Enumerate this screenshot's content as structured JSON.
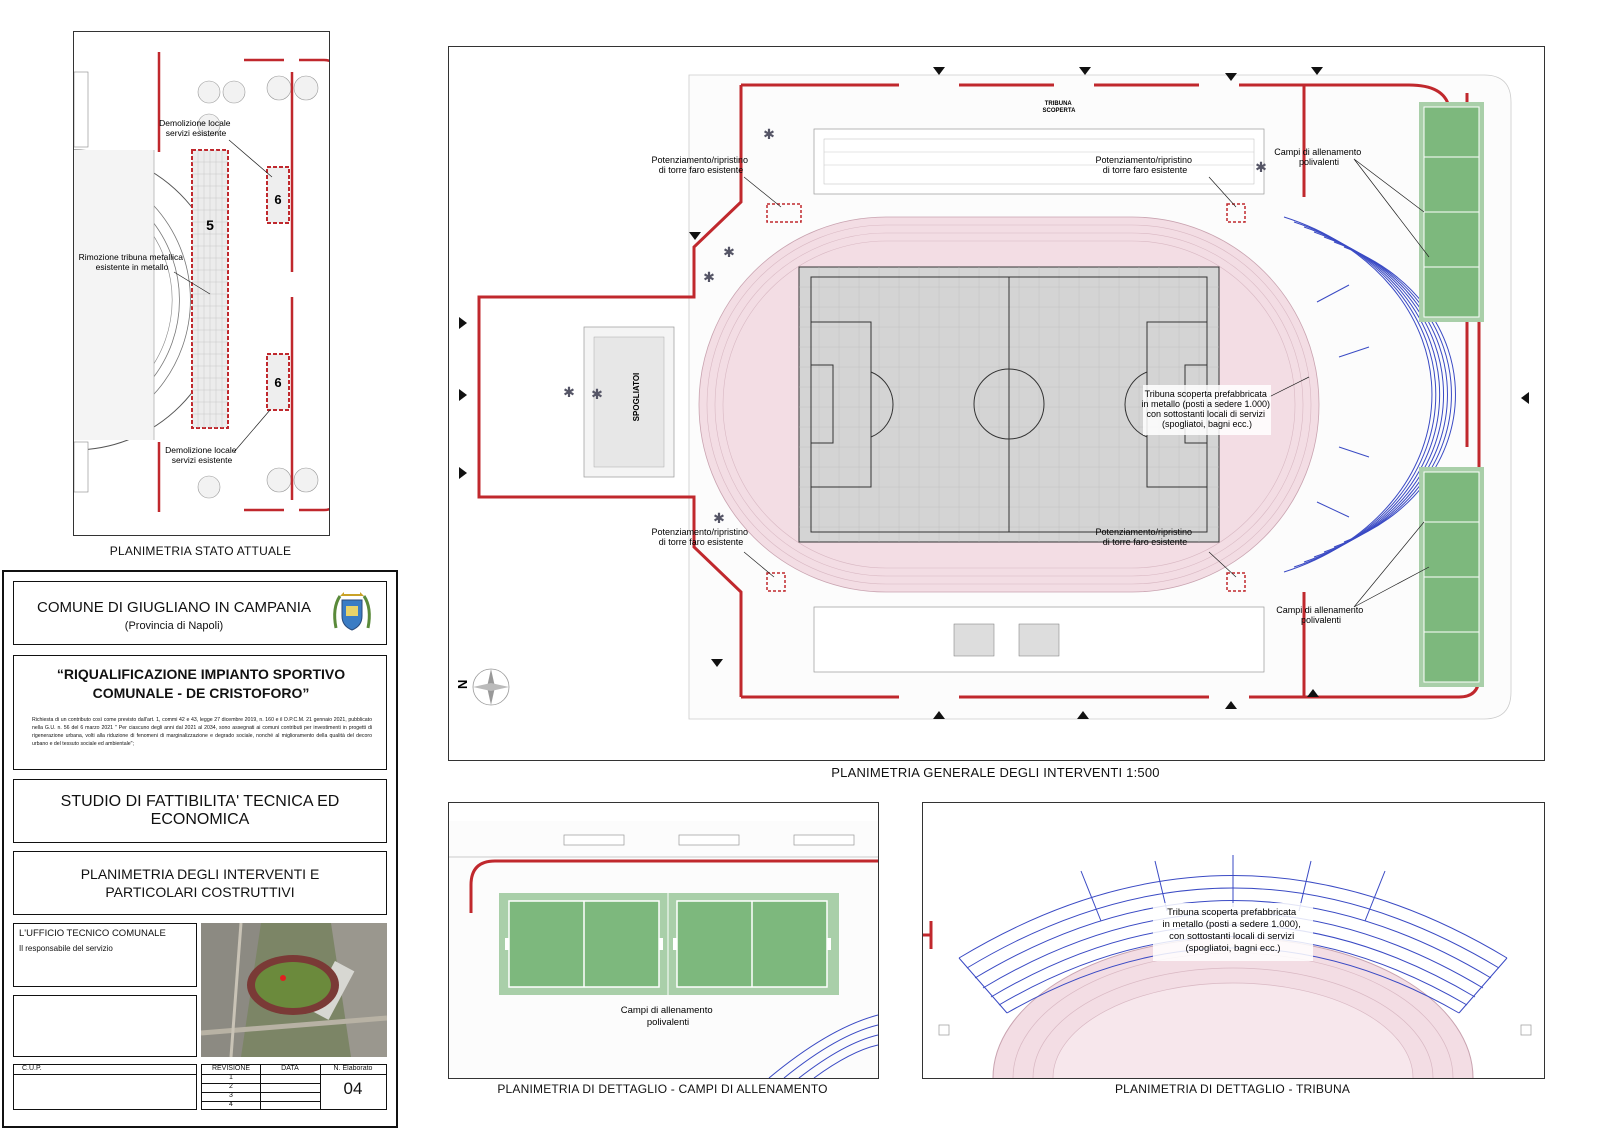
{
  "views": {
    "stato_attuale": {
      "caption": "PLANIMETRIA STATO ATTUALE",
      "labels": {
        "demolizione_top": [
          "Demolizione locale",
          "servizi esistente"
        ],
        "rimozione": [
          "Rimozione tribuna metallica",
          "esistente in metallo"
        ],
        "demolizione_bottom": [
          "Demolizione locale",
          "servizi esistente"
        ],
        "marker_5": "5",
        "marker_6a": "6",
        "marker_6b": "6"
      }
    },
    "generale": {
      "caption": "PLANIMETRIA GENERALE DEGLI INTERVENTI 1:500",
      "labels": {
        "torre_tl": [
          "Potenziamento/ripristino",
          "di torre faro esistente"
        ],
        "torre_tr": [
          "Potenziamento/ripristino",
          "di torre faro esistente"
        ],
        "torre_bl": [
          "Potenziamento/ripristino",
          "di torre faro esistente"
        ],
        "torre_br": [
          "Potenziamento/ripristino",
          "di torre faro esistente"
        ],
        "campi_top": [
          "Campi di allenamento",
          "polivalenti"
        ],
        "campi_bottom": [
          "Campi di allenamento",
          "polivalenti"
        ],
        "tribuna": [
          "Tribuna scoperta prefabbricata",
          "in metallo (posti a sedere 1.000)",
          "con sottostanti locali di servizi",
          "(spogliatoi, bagni ecc.)"
        ],
        "spogliatoi": "SPOGLIATOI",
        "tribuna_scoperta": [
          "TRIBUNA",
          "SCOPERTA"
        ],
        "north": "N"
      }
    },
    "campi": {
      "caption": "PLANIMETRIA DI DETTAGLIO - CAMPI DI ALLENAMENTO",
      "label": [
        "Campi di allenamento",
        "polivalenti"
      ]
    },
    "tribuna": {
      "caption": "PLANIMETRIA DI DETTAGLIO - TRIBUNA",
      "label": [
        "Tribuna scoperta prefabbricata",
        "in metallo (posti a sedere 1.000),",
        "con sottostanti locali di servizi",
        "(spogliatoi, bagni ecc.)"
      ]
    }
  },
  "title_block": {
    "comune": "COMUNE DI GIUGLIANO IN CAMPANIA",
    "provincia": "(Provincia di Napoli)",
    "project_title_1": "“RIQUALIFICAZIONE IMPIANTO SPORTIVO",
    "project_title_2": "COMUNALE  - DE CRISTOFORO”",
    "funding_text": "Richiesta di un contributo così come previsto dall'art. 1, commi 42 e 43, legge 27 dicembre 2019, n. 160 e il D.P.C.M. 21 gennaio 2021, pubblicato nella G.U. n. 56 del 6 marzo 2021 \" Per ciascuno degli anni dal 2021 al 2034, sono assegnati ai comuni contributi per investimenti in progetti di rigenerazione urbana, volti alla riduzione di fenomeni di marginalizzazione e degrado sociale, nonché al miglioramento della qualità del decoro urbano e del tessuto sociale ed ambientale\";",
    "phase": "STUDIO DI FATTIBILITA' TECNICA ED ECONOMICA",
    "sheet_title_1": "PLANIMETRIA DEGLI INTERVENTI E",
    "sheet_title_2": "PARTICOLARI COSTRUTTIVI",
    "ufficio": "L'UFFICIO TECNICO COMUNALE",
    "responsabile": "Il responsabile del servizio",
    "cup_label": "C.U.P.",
    "revisione_label": "REVISIONE",
    "data_label": "DATA",
    "elaborato_label": "N. Elaborato",
    "revisions": [
      "1",
      "2",
      "3",
      "4"
    ],
    "elaborato_number": "04"
  },
  "colors": {
    "red": "#c0282d",
    "blue": "#3a4ac4",
    "green": "#7db87d",
    "grass_border": "#a9cfa9",
    "track_pink": "#f3dde4",
    "field_grey": "#d4d4d4"
  }
}
